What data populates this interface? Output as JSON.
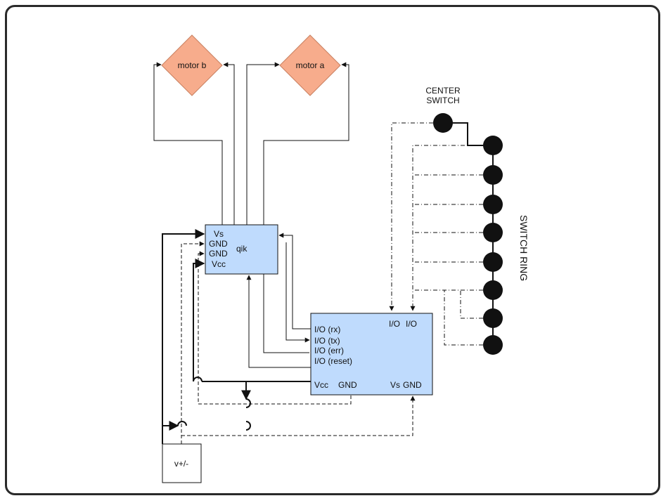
{
  "motors": {
    "b": "motor b",
    "a": "motor a"
  },
  "qik": {
    "title": "qik",
    "pins": [
      "Vs",
      "GND",
      "GND",
      "Vcc"
    ]
  },
  "controller": {
    "io_left": [
      "I/O (rx)",
      "I/O (tx)",
      "I/O (err)",
      "I/O (reset)"
    ],
    "io_top": [
      "I/O",
      "I/O"
    ],
    "bottom": [
      "Vcc",
      "GND",
      "Vs",
      "GND"
    ]
  },
  "power": {
    "label": "v+/-"
  },
  "center_switch": {
    "line1": "CENTER",
    "line2": "SWITCH"
  },
  "switch_ring": {
    "label": "SWITCH RING"
  },
  "colors": {
    "motor_fill": "#f7ac8c",
    "box_fill": "#bfdbfd",
    "line": "#111111"
  }
}
